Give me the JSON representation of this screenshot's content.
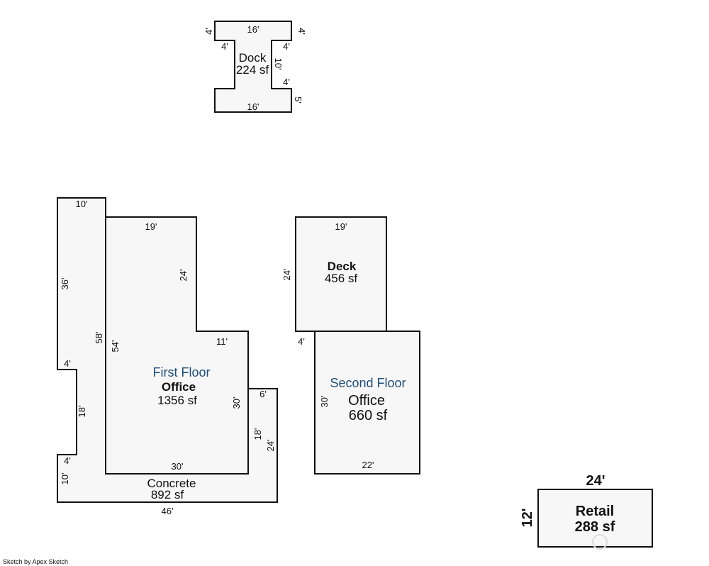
{
  "dock": {
    "name": "Dock",
    "area": "224 sf",
    "dims": {
      "top": "16'",
      "bottom": "16'",
      "notch_tl": "4'",
      "notch_tr": "4'",
      "inner_l": "4'",
      "inner_r": "4'",
      "stem": "10'",
      "inner_br": "4'",
      "side_br": "5'"
    }
  },
  "concrete": {
    "name": "Concrete",
    "area": "892 sf",
    "dims": {
      "top": "10'",
      "upper_left": "36'",
      "strip_right": "58'",
      "step_upper": "4'",
      "mid_left": "18'",
      "step_lower": "4'",
      "lower_left": "10'",
      "bottom": "46'",
      "right_top": "6'",
      "right_inner": "18'",
      "right_outer": "24'"
    }
  },
  "first_floor": {
    "floor_name": "First Floor",
    "name": "Office",
    "area": "1356 sf",
    "dims": {
      "top": "19'",
      "upper_right": "24'",
      "left": "54'",
      "step": "11'",
      "right": "30'",
      "bottom": "30'"
    }
  },
  "deck": {
    "name": "Deck",
    "area": "456 sf",
    "dims": {
      "top": "19'",
      "left": "24'",
      "offset": "4'"
    }
  },
  "second_floor": {
    "floor_name": "Second Floor",
    "name": "Office",
    "area": "660 sf",
    "dims": {
      "left": "30'",
      "bottom": "22'"
    }
  },
  "retail": {
    "name": "Retail",
    "area": "288 sf",
    "dims": {
      "top": "24'",
      "left": "12'"
    }
  },
  "credit": "Sketch by Apex Sketch"
}
